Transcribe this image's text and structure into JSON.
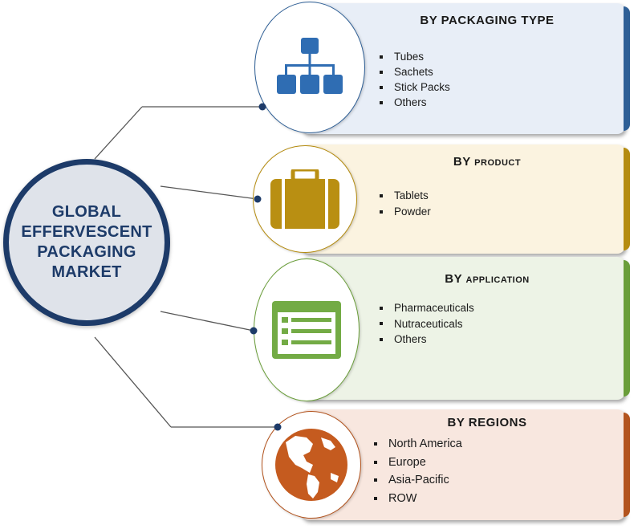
{
  "hub": {
    "lines": [
      "GLOBAL",
      "EFFERVESCENT",
      "PACKAGING",
      "MARKET"
    ],
    "color": "#1d3b69"
  },
  "segments": [
    {
      "title_main": "BY PACKAGING TYPE",
      "title_cap": "",
      "items": [
        "Tubes",
        "Sachets",
        "Stick Packs",
        "Others"
      ],
      "icon": "hierarchy-icon",
      "panel_color": "#e8eef7",
      "edge_color": "#2e5f96",
      "icon_color": "#2f6db3"
    },
    {
      "title_main": "BY",
      "title_cap": "product",
      "items": [
        "Tablets",
        "Powder"
      ],
      "icon": "briefcase-icon",
      "panel_color": "#fbf3e0",
      "edge_color": "#b58c10",
      "icon_color": "#b98f12"
    },
    {
      "title_main": "BY",
      "title_cap": "application",
      "items": [
        "Pharmaceuticals",
        "Nutraceuticals",
        "Others"
      ],
      "icon": "list-form-icon",
      "panel_color": "#edf3e6",
      "edge_color": "#6a9e3a",
      "icon_color": "#73ab45"
    },
    {
      "title_main": "BY REGIONS",
      "title_cap": "",
      "items": [
        "North America",
        "Europe",
        "Asia-Pacific",
        "ROW"
      ],
      "icon": "globe-icon",
      "panel_color": "#f8e7df",
      "edge_color": "#b3541e",
      "icon_color": "#c55b1f"
    }
  ]
}
